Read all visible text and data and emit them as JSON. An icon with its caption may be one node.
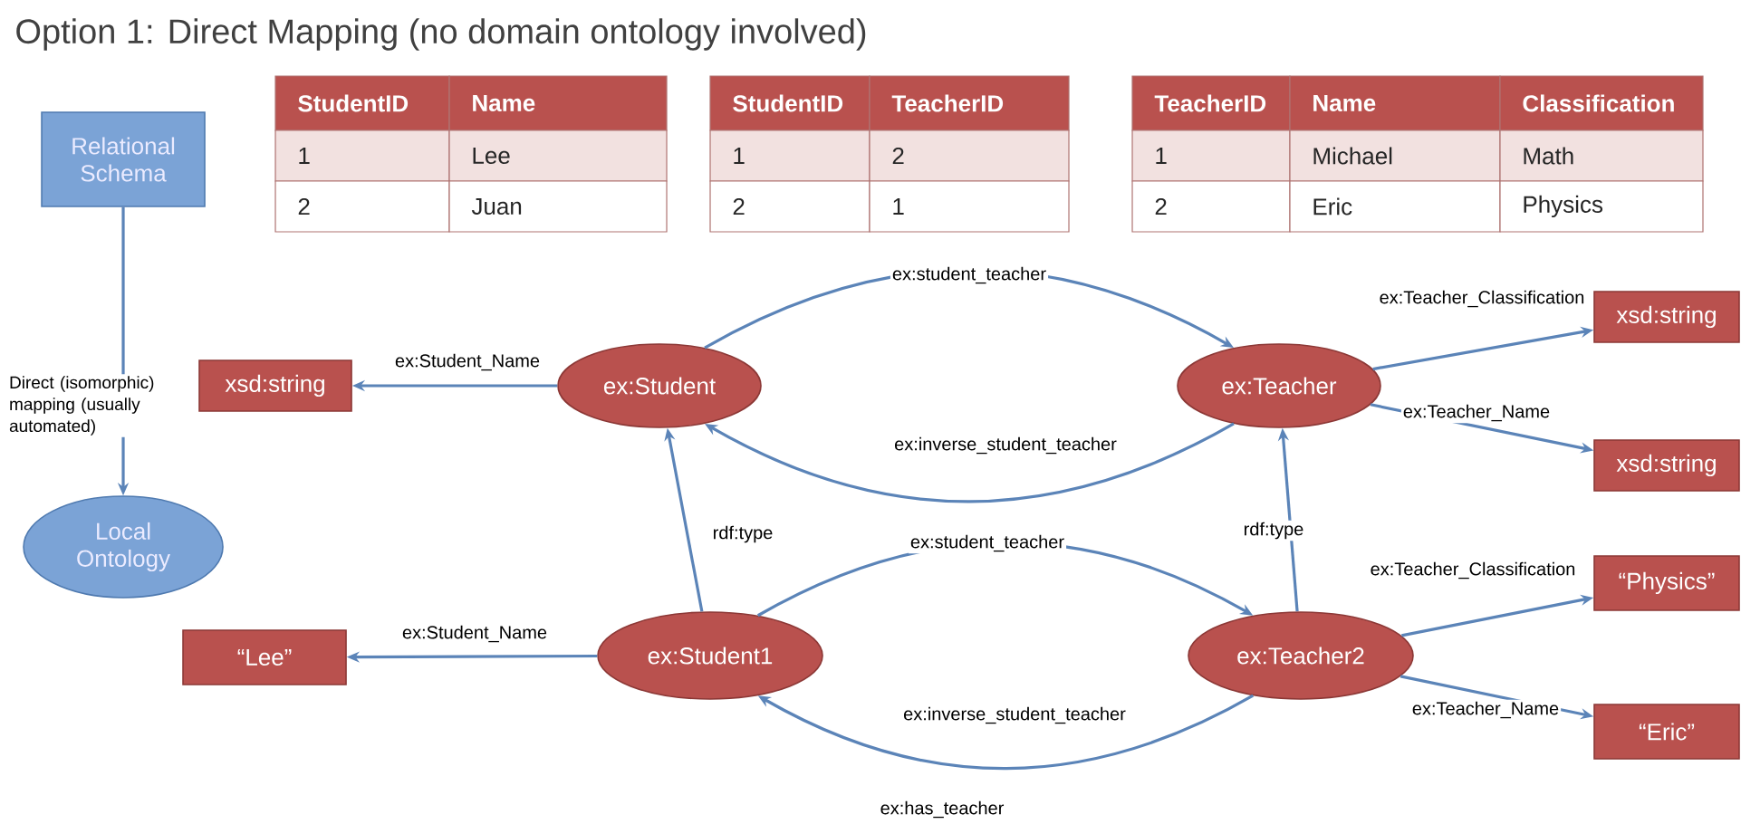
{
  "diagram": {
    "title": "Option 1: Direct Mapping (no domain ontology involved)",
    "nodes": [
      {
        "text": [
          "Relational Schema"
        ]
      },
      {
        "text": [
          "Local Ontology"
        ]
      },
      {
        "text": [
          "xsd:string"
        ]
      },
      {
        "text": [
          "ex:Student"
        ]
      },
      {
        "text": [
          "ex:Teacher"
        ]
      },
      {
        "text": [
          "xsd:string"
        ]
      },
      {
        "text": [
          "xsd:string"
        ]
      },
      {
        "text": [
          "“Lee”"
        ]
      },
      {
        "text": [
          "ex:Student1"
        ]
      },
      {
        "text": [
          "ex:Teacher2"
        ]
      },
      {
        "text": [
          "“Physics”"
        ]
      },
      {
        "text": [
          "“Eric”"
        ]
      }
    ],
    "edges": [
      {
        "from": 0,
        "to": 1,
        "arrow": "to",
        "label": "Direct (isomorphic) mapping (usually automated)"
      },
      {
        "from": 3,
        "to": 2,
        "arrow": "to",
        "label": "ex:Student_Name"
      },
      {
        "from": 3,
        "to": 4,
        "arrow": "to",
        "label": "ex:student_teacher"
      },
      {
        "from": 4,
        "to": 3,
        "arrow": "to",
        "label": "ex:inverse_student_teacher"
      },
      {
        "from": 4,
        "to": 5,
        "arrow": "to",
        "label": "ex:Teacher_Classification"
      },
      {
        "from": 4,
        "to": 6,
        "arrow": "to",
        "label": "ex:Teacher_Name"
      },
      {
        "from": 8,
        "to": 3,
        "arrow": "to",
        "label": "rdf:type"
      },
      {
        "from": 9,
        "to": 4,
        "arrow": "to",
        "label": "rdf:type"
      },
      {
        "from": 8,
        "to": 9,
        "arrow": "to",
        "label": "ex:student_teacher"
      },
      {
        "from": 9,
        "to": 8,
        "arrow": "to",
        "label": "ex:inverse_student_teacher"
      },
      {
        "from": 8,
        "to": 7,
        "arrow": "to",
        "label": "ex:Student_Name"
      },
      {
        "from": 9,
        "to": 10,
        "arrow": "to",
        "label": "ex:Teacher_Classification"
      },
      {
        "from": 9,
        "to": 11,
        "arrow": "to",
        "label": "ex:Teacher_Name"
      }
    ],
    "labels": [
      "StudentID",
      "Name",
      "1",
      "Lee",
      "2",
      "Juan",
      "StudentID",
      "TeacherID",
      "1",
      "2",
      "2",
      "1",
      "TeacherID",
      "Name",
      "Classification",
      "1",
      "Michael",
      "Math",
      "2",
      "Eric",
      "Physics",
      "ex:has_teacher"
    ]
  }
}
